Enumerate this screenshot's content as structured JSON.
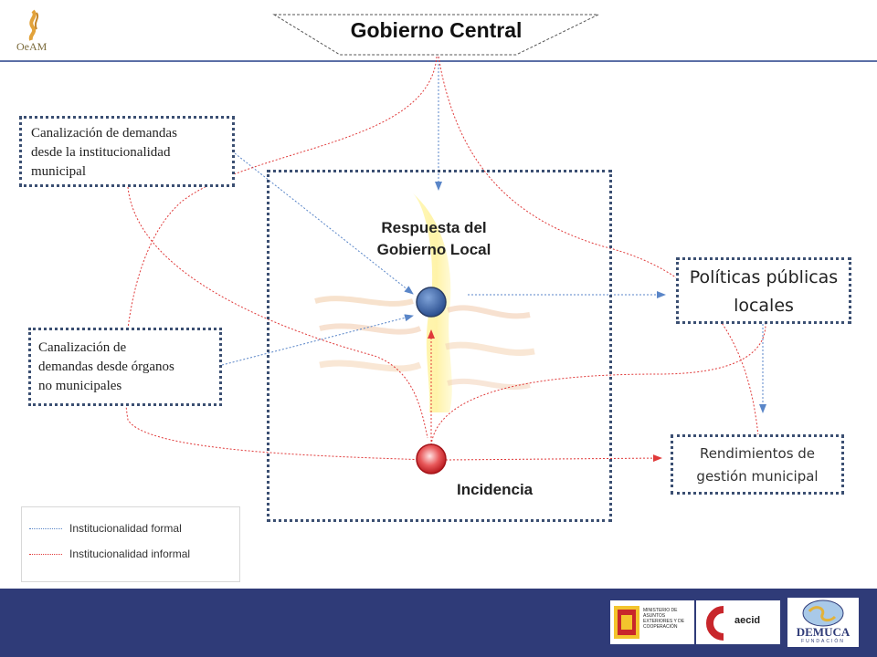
{
  "header": {
    "title": "Gobierno Central"
  },
  "logo_top_left": {
    "text": "OeAM"
  },
  "center": {
    "respuesta": [
      "Respuesta del",
      "Gobierno Local"
    ],
    "incidencia": "Incidencia"
  },
  "boxes": {
    "canal_municipal": [
      "Canalización de demandas",
      "desde la institucionalidad",
      "municipal"
    ],
    "canal_organos": [
      "Canalización de",
      "demandas desde órganos",
      "no municipales"
    ],
    "politicas": [
      "Políticas públicas",
      "locales"
    ],
    "rendimientos": [
      "Rendimientos de",
      "gestión municipal"
    ]
  },
  "legend": {
    "formal": "Institucionalidad formal",
    "informal": "Institucionalidad informal"
  },
  "footer_logos": {
    "ministerio": "MINISTERIO DE ASUNTOS EXTERIORES Y DE COOPERACIÓN",
    "aecid": "aecid",
    "demuca": "DEMUCA",
    "fundacion": "FUNDACIÓN"
  },
  "colors": {
    "formal_line": "#5a86c8",
    "informal_line": "#e03a3a",
    "node_blue": "#3f6db5",
    "node_red": "#d9262a",
    "frame": "#3b4f72",
    "bottom_bar": "#2f3b78"
  }
}
